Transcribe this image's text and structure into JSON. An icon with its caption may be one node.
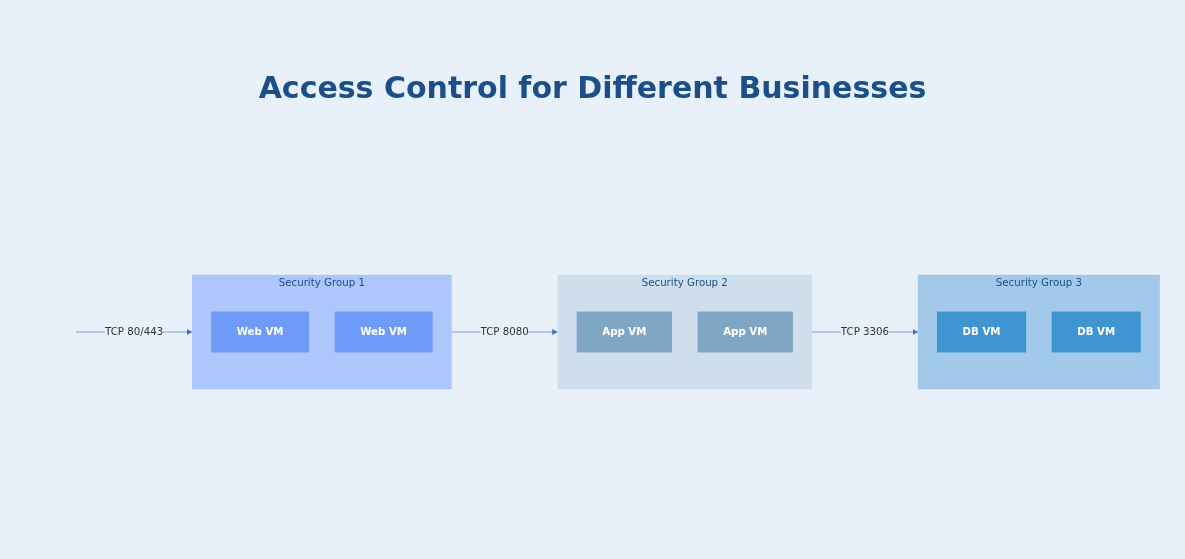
{
  "diagram": {
    "title": "Access Control for Different Businesses",
    "nodes": [
      {
        "text": [
          "Security Group 1"
        ]
      },
      {
        "text": [
          "Web VM"
        ],
        "in": 0
      },
      {
        "text": [
          "Web VM"
        ],
        "in": 0
      },
      {
        "text": [
          "Security Group 2"
        ]
      },
      {
        "text": [
          "App VM"
        ],
        "in": 3
      },
      {
        "text": [
          "App VM"
        ],
        "in": 3
      },
      {
        "text": [
          "Security Group 3"
        ]
      },
      {
        "text": [
          "DB VM"
        ],
        "in": 6
      },
      {
        "text": [
          "DB VM"
        ],
        "in": 6
      }
    ],
    "edges": [
      {
        "from": null,
        "to": 0,
        "arrow": "to",
        "label": "TCP 80/443"
      },
      {
        "from": 0,
        "to": 3,
        "arrow": "to",
        "label": "TCP 8080"
      },
      {
        "from": 3,
        "to": 6,
        "arrow": "to",
        "label": "TCP 3306"
      }
    ]
  }
}
